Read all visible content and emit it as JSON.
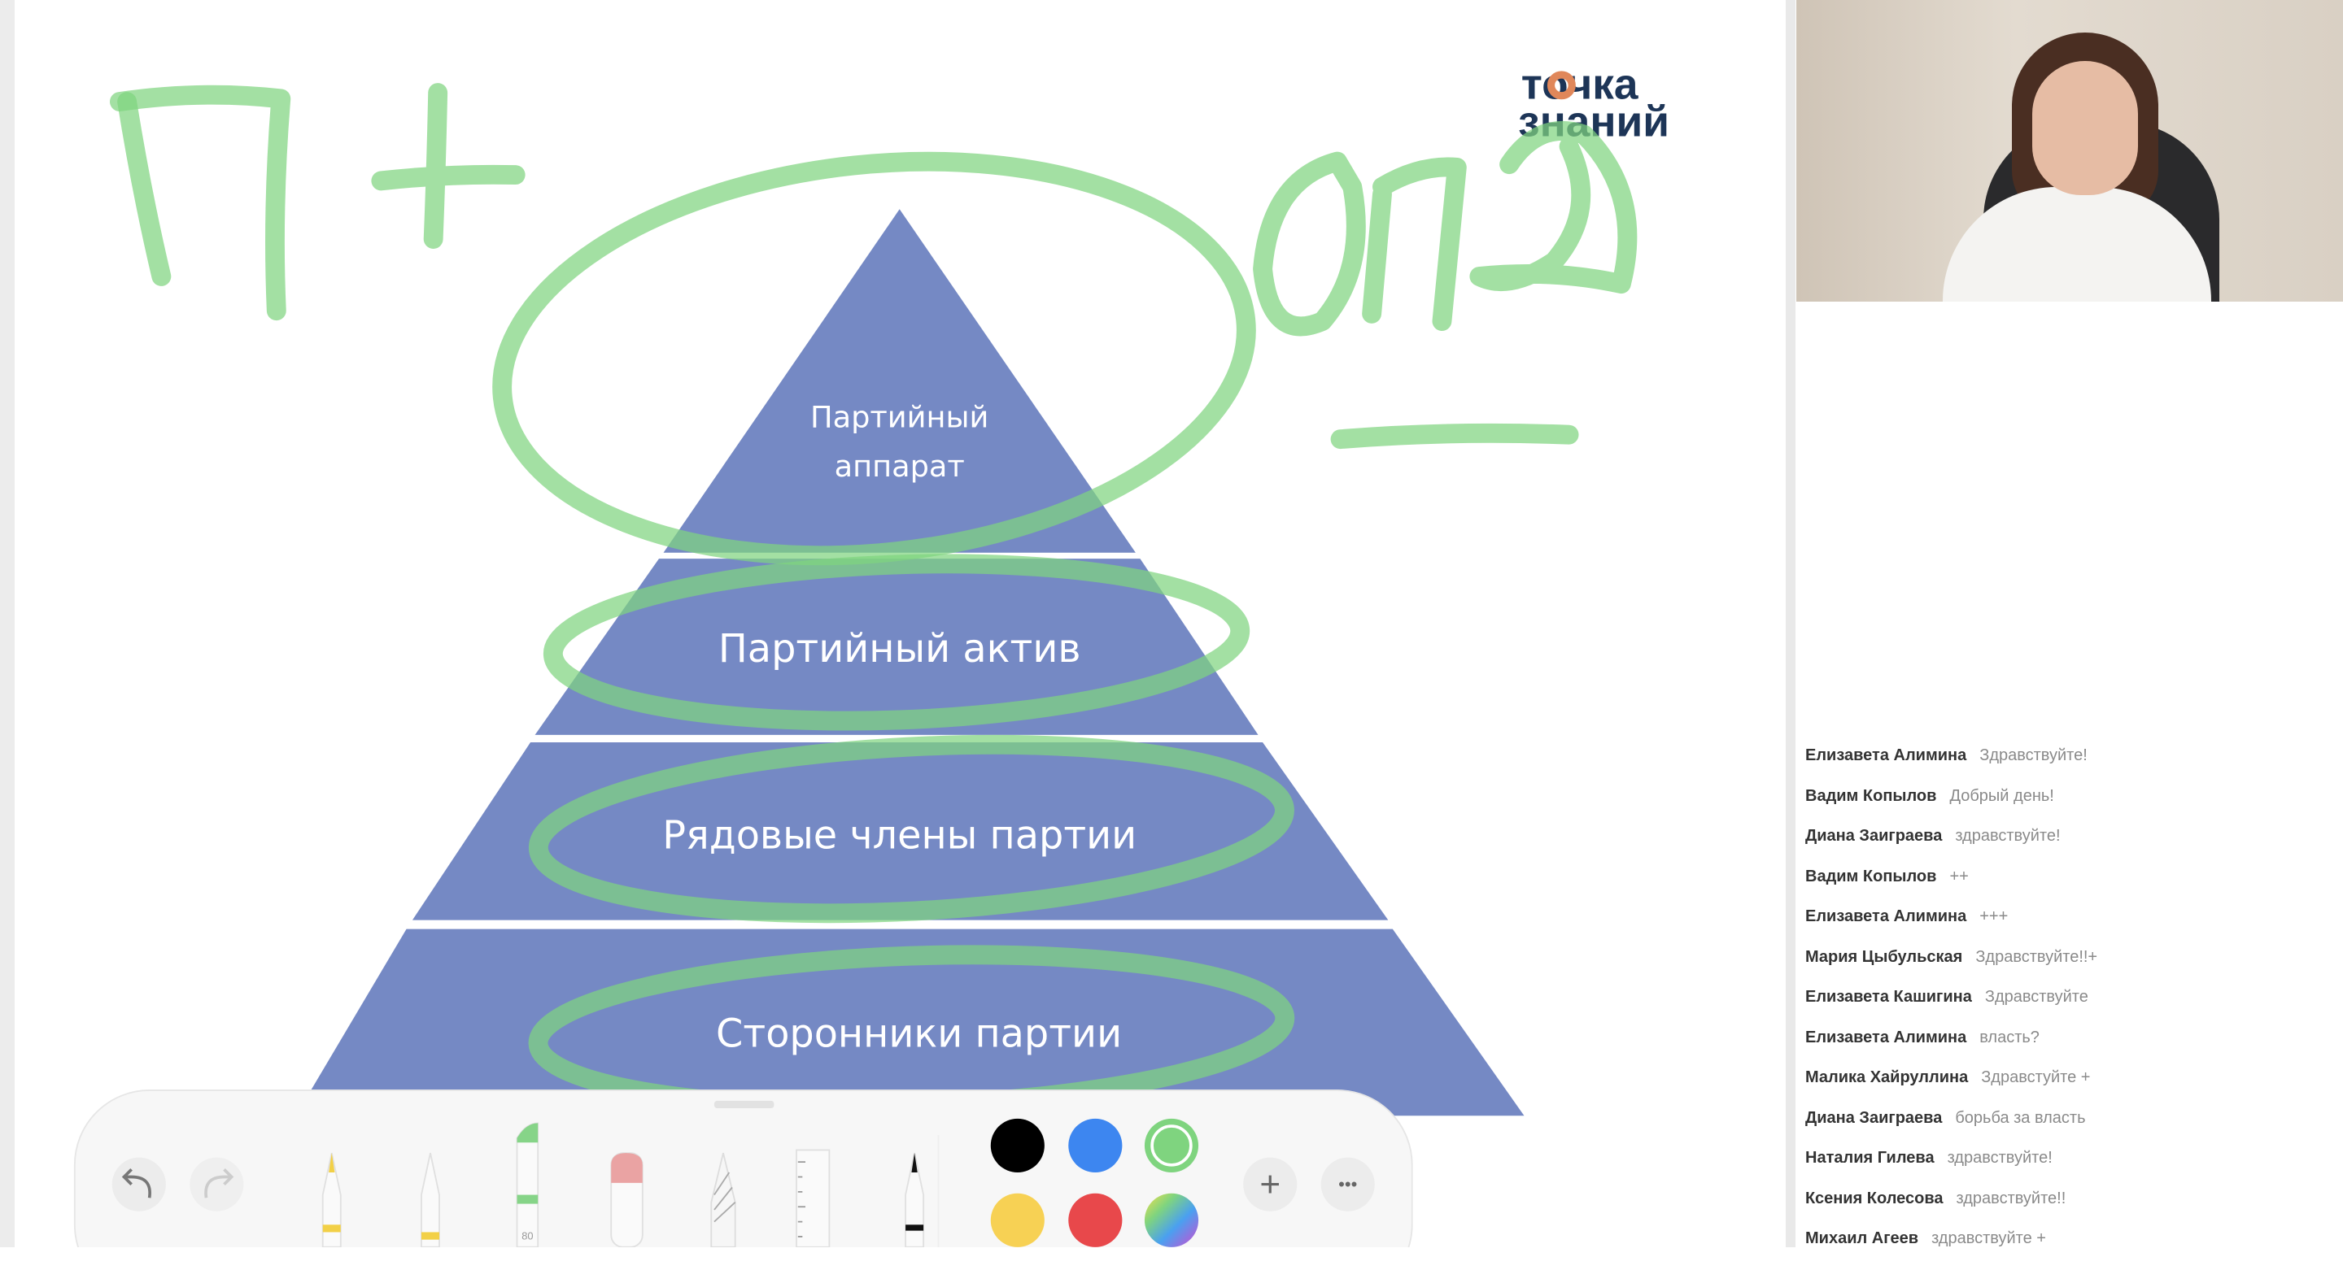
{
  "slide": {
    "logo": {
      "line1": "точка",
      "line2": "знаний",
      "accent_color": "#e0875a",
      "text_color": "#1d3557"
    },
    "pyramid": {
      "color": "#7589c4",
      "levels": [
        "Партийный аппарат",
        "Партийный актив",
        "Рядовые члены партии",
        "Сторонники партии"
      ],
      "top_label_line1": "Партийный",
      "top_label_line2": "аппарат"
    },
    "annotation_color": "#7fd47f"
  },
  "toolbar": {
    "undo": "undo-icon",
    "redo": "redo-icon",
    "tools": [
      "pen",
      "marker",
      "highlighter",
      "eraser",
      "lasso",
      "ruler",
      "pencil"
    ],
    "highlighter_size": "80",
    "colors": [
      "#000000",
      "#3d86f0",
      "#7fd47f",
      "#f7d154",
      "#e8484b",
      "color-wheel"
    ],
    "selected_color": "#7fd47f",
    "add": "+",
    "more": "•••"
  },
  "chat": {
    "messages": [
      {
        "name": "Елизавета Алимина",
        "text": "Здравствуйте!"
      },
      {
        "name": "Вадим Копылов",
        "text": "Добрый день!"
      },
      {
        "name": "Диана Заиграева",
        "text": "здравствуйте!"
      },
      {
        "name": "Вадим Копылов",
        "text": "++"
      },
      {
        "name": "Елизавета Алимина",
        "text": "+++"
      },
      {
        "name": "Мария Цыбульская",
        "text": "Здравствуйте!!+"
      },
      {
        "name": "Елизавета Кашигина",
        "text": "Здравствуйте"
      },
      {
        "name": "Елизавета Алимина",
        "text": "власть?"
      },
      {
        "name": "Малика Хайруллина",
        "text": "Здравстуйте +"
      },
      {
        "name": "Диана Заиграева",
        "text": "борьба за власть"
      },
      {
        "name": "Наталия Гилева",
        "text": "здравствуйте!"
      },
      {
        "name": "Ксения Колесова",
        "text": "здравствуйте!!"
      },
      {
        "name": "Михаил Агеев",
        "text": "здравствуйте +"
      }
    ]
  }
}
